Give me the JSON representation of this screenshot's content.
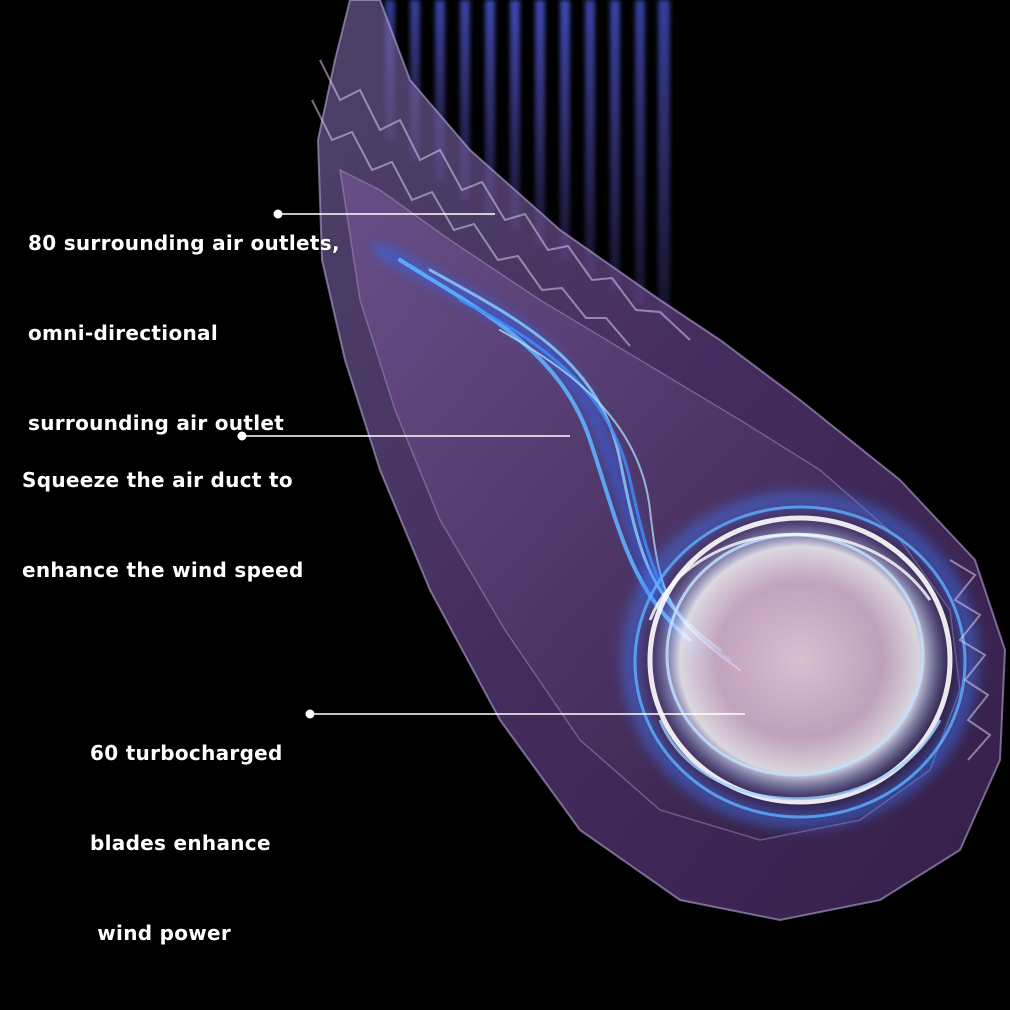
{
  "callouts": {
    "outlets": {
      "lines": [
        "80 surrounding air outlets,",
        "omni-directional",
        "surrounding air outlet"
      ]
    },
    "duct": {
      "lines": [
        "Squeeze the air duct to",
        "enhance the wind speed"
      ]
    },
    "blades": {
      "lines": [
        "60 turbocharged",
        "blades enhance",
        " wind power"
      ]
    }
  },
  "colors": {
    "background": "#000000",
    "shell": "#6a4a8c",
    "airflow": "#4fa3ff",
    "glow": "#ffffff",
    "callout_text": "#ffffff"
  }
}
